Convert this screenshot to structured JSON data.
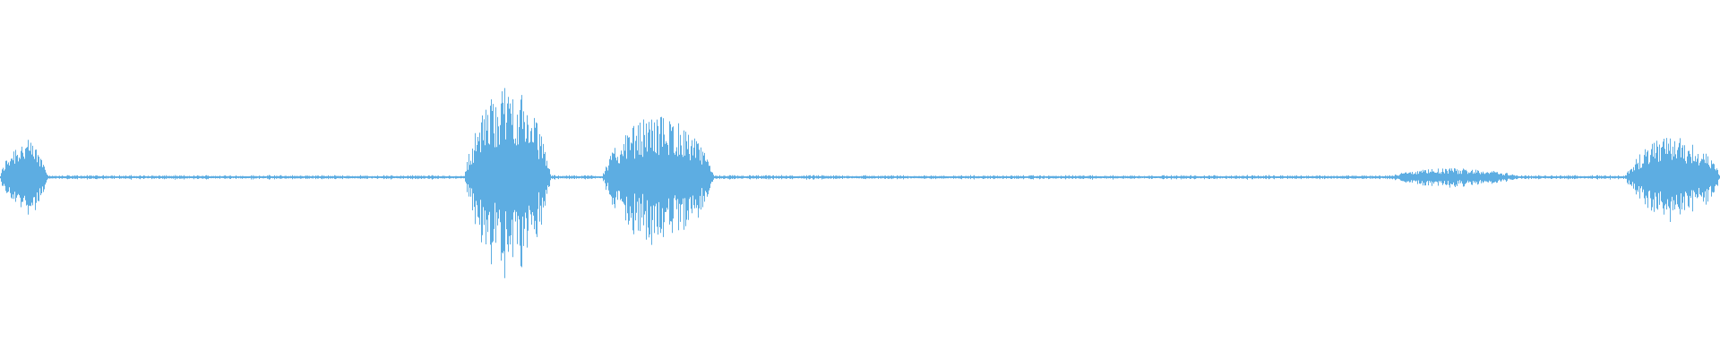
{
  "waveform": {
    "color": "#5dade2",
    "background": "#ffffff",
    "baseline_amplitude": 0.018,
    "segments": [
      {
        "start": 0.0,
        "end": 0.028,
        "peak": 0.42
      },
      {
        "start": 0.27,
        "end": 0.32,
        "peak": 1.0
      },
      {
        "start": 0.35,
        "end": 0.415,
        "peak": 0.68
      },
      {
        "start": 0.805,
        "end": 0.885,
        "peak": 0.1
      },
      {
        "start": 0.945,
        "end": 1.0,
        "peak": 0.45
      }
    ]
  }
}
